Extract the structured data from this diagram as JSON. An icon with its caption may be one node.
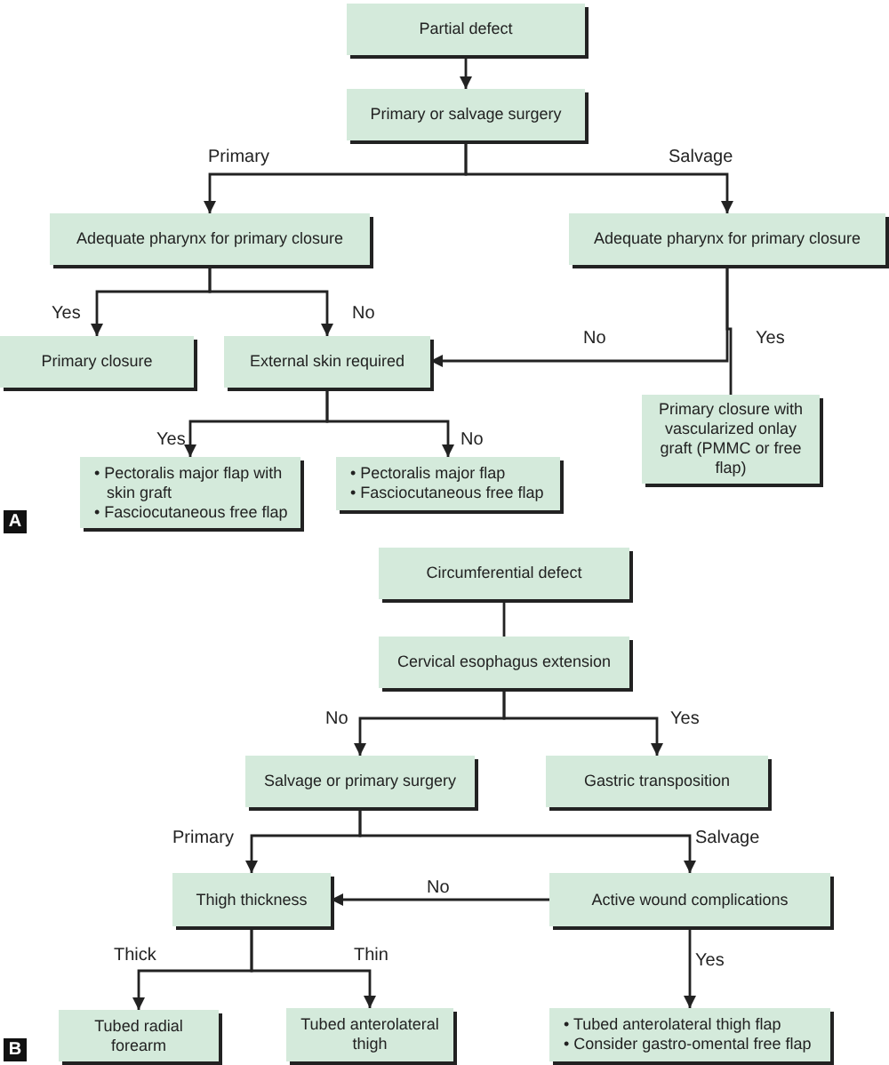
{
  "diagram": {
    "nodes": [
      {
        "text": [
          "Partial defect"
        ]
      },
      {
        "text": [
          "Primary or salvage surgery"
        ]
      },
      {
        "text": [
          "Adequate pharynx for primary closure"
        ]
      },
      {
        "text": [
          "Adequate pharynx for primary closure"
        ]
      },
      {
        "text": [
          "Primary closure"
        ]
      },
      {
        "text": [
          "External skin required"
        ]
      },
      {
        "text": [
          "Primary closure with vascularized onlay graft (PMMC or free flap)"
        ]
      },
      {
        "text": [
          "• Pectoralis major flap with skin graft",
          "• Fasciocutaneous free flap"
        ]
      },
      {
        "text": [
          "• Pectoralis major flap",
          "• Fasciocutaneous free flap"
        ]
      },
      {
        "text": [
          "Circumferential defect"
        ]
      },
      {
        "text": [
          "Cervical esophagus extension"
        ]
      },
      {
        "text": [
          "Salvage or primary surgery"
        ]
      },
      {
        "text": [
          "Gastric transposition"
        ]
      },
      {
        "text": [
          "Thigh thickness"
        ]
      },
      {
        "text": [
          "Active wound complications"
        ]
      },
      {
        "text": [
          "Tubed radial forearm"
        ]
      },
      {
        "text": [
          "Tubed anterolateral thigh"
        ]
      },
      {
        "text": [
          "• Tubed anterolateral thigh flap",
          "• Consider gastro-omental free flap"
        ]
      }
    ],
    "edges": [
      {
        "from": 0,
        "to": 1,
        "arrow": "to"
      },
      {
        "from": 1,
        "to": 2,
        "arrow": "to",
        "label": "Primary"
      },
      {
        "from": 1,
        "to": 3,
        "arrow": "to",
        "label": "Salvage"
      },
      {
        "from": 2,
        "to": 4,
        "arrow": "to",
        "label": "Yes"
      },
      {
        "from": 2,
        "to": 5,
        "arrow": "to",
        "label": "No"
      },
      {
        "from": 3,
        "to": 5,
        "arrow": "to",
        "label": "No"
      },
      {
        "from": 3,
        "to": 6,
        "arrow": "none",
        "label": "Yes"
      },
      {
        "from": 5,
        "to": 7,
        "arrow": "to",
        "label": "Yes"
      },
      {
        "from": 5,
        "to": 8,
        "arrow": "to",
        "label": "No"
      },
      {
        "from": 9,
        "to": 10,
        "arrow": "none"
      },
      {
        "from": 10,
        "to": 11,
        "arrow": "to",
        "label": "No"
      },
      {
        "from": 10,
        "to": 12,
        "arrow": "to",
        "label": "Yes"
      },
      {
        "from": 11,
        "to": 13,
        "arrow": "to",
        "label": "Primary"
      },
      {
        "from": 11,
        "to": 14,
        "arrow": "to",
        "label": "Salvage"
      },
      {
        "from": 14,
        "to": 13,
        "arrow": "to",
        "label": "No"
      },
      {
        "from": 13,
        "to": 15,
        "arrow": "to",
        "label": "Thick"
      },
      {
        "from": 13,
        "to": 16,
        "arrow": "to",
        "label": "Thin"
      },
      {
        "from": 14,
        "to": 17,
        "arrow": "to",
        "label": "Yes"
      }
    ],
    "labels": [
      "A",
      "B"
    ]
  }
}
